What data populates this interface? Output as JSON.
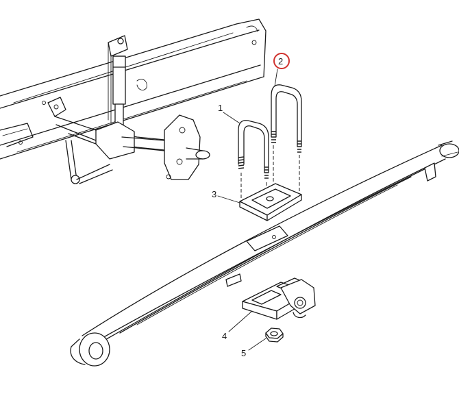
{
  "diagram": {
    "highlight_color": "#d0312d",
    "callouts": [
      {
        "id": "1",
        "text": "1"
      },
      {
        "id": "2",
        "text": "2",
        "highlighted": true
      },
      {
        "id": "3",
        "text": "3"
      },
      {
        "id": "4",
        "text": "4"
      },
      {
        "id": "5",
        "text": "5"
      }
    ]
  }
}
